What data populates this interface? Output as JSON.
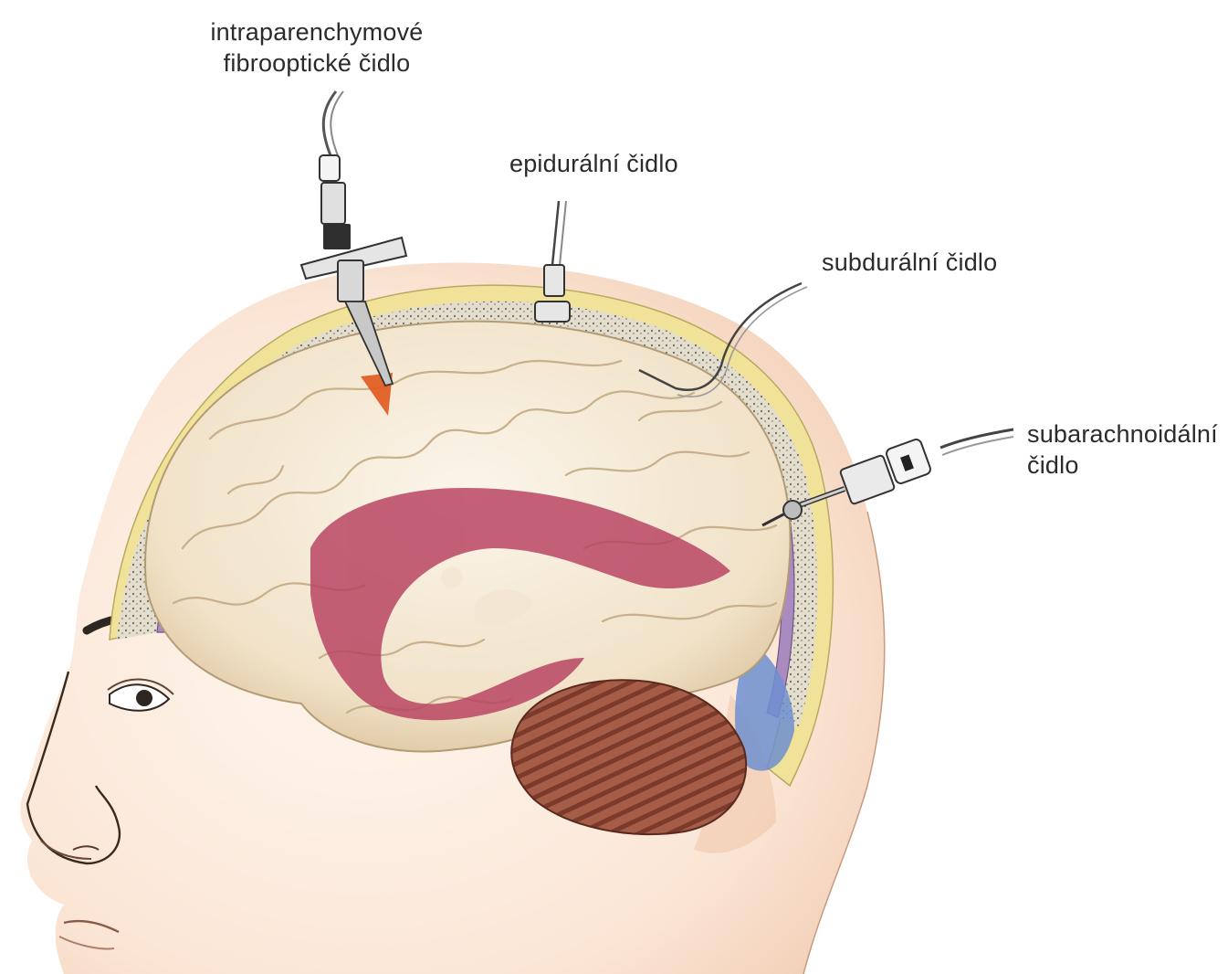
{
  "labels": {
    "intraparenchymal": {
      "line1": "intraparenchymové",
      "line2": "fibrooptické čidlo"
    },
    "epidural": "epidurální čidlo",
    "subdural": "subdurální čidlo",
    "subarachnoid": {
      "line1": "subarachnoidální",
      "line2": "čidlo"
    }
  },
  "colors": {
    "skin": "#f7dcc6",
    "skull": "#f1e29a",
    "bone_marrow": "#d9d3c4",
    "dura": "#a98bc0",
    "brain": "#f2e6cf",
    "brain_shadow": "#d8c6a4",
    "ventricles": "#b7405f",
    "cerebellum": "#9b5440",
    "csf_blue": "#6f8fd0",
    "sensor_metal": "#d9d9d9",
    "sensor_dark": "#333333",
    "hemorrhage": "#e2581d"
  }
}
